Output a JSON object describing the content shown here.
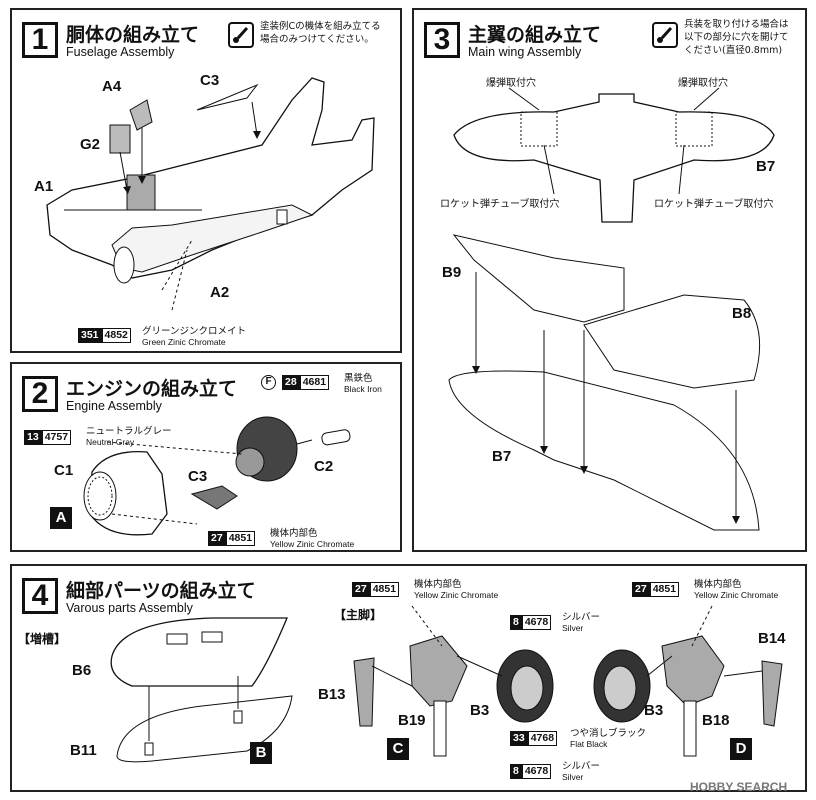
{
  "step1": {
    "num": "1",
    "title_jp": "胴体の組み立て",
    "title_en": "Fuselage Assembly",
    "note": [
      "塗装例Cの機体を組み立てる",
      "場合のみつけてください。"
    ],
    "parts": {
      "a4": "A4",
      "c3": "C3",
      "g2": "G2",
      "a1": "A1",
      "a2": "A2"
    },
    "paint": {
      "code1": "351",
      "code2": "4852",
      "name_jp": "グリーンジンクロメイト",
      "name_en": "Green Zinic Chromate"
    }
  },
  "step2": {
    "num": "2",
    "title_jp": "エンジンの組み立て",
    "title_en": "Engine Assembly",
    "mark": "F",
    "parts": {
      "c1": "C1",
      "c2": "C2",
      "c3": "C3",
      "box": "A"
    },
    "paint_black": {
      "code1": "28",
      "code2": "4681",
      "name_jp": "黒鉄色",
      "name_en": "Black Iron"
    },
    "paint_gray": {
      "code1": "13",
      "code2": "4757",
      "name_jp": "ニュートラルグレー",
      "name_en": "Neutral Gray"
    },
    "paint_yzc": {
      "code1": "27",
      "code2": "4851",
      "name_jp": "機体内部色",
      "name_en": "Yellow Zinic Chromate"
    }
  },
  "step3": {
    "num": "3",
    "title_jp": "主翼の組み立て",
    "title_en": "Main wing Assembly",
    "note": [
      "兵装を取り付ける場合は",
      "以下の部分に穴を開けて",
      "ください(直径0.8mm)"
    ],
    "bomb_hole_left": "爆弾取付穴",
    "bomb_hole_right": "爆弾取付穴",
    "rocket_left": "ロケット弾チューブ取付穴",
    "rocket_right": "ロケット弾チューブ取付穴",
    "parts": {
      "b7_top": "B7",
      "b9": "B9",
      "b8": "B8",
      "b7_bottom": "B7"
    }
  },
  "step4": {
    "num": "4",
    "title_jp": "細部パーツの組み立て",
    "title_en": "Varous parts Assembly",
    "tank_label": "【増槽】",
    "gear_label": "【主脚】",
    "parts": {
      "b6": "B6",
      "b11": "B11",
      "box_b": "B",
      "b13": "B13",
      "b19": "B19",
      "b3_left": "B3",
      "b3_right": "B3",
      "b18": "B18",
      "b14": "B14",
      "box_c": "C",
      "box_d": "D"
    },
    "paint_yzc_left": {
      "code1": "27",
      "code2": "4851",
      "name_jp": "機体内部色",
      "name_en": "Yellow Zinic Chromate"
    },
    "paint_yzc_right": {
      "code1": "27",
      "code2": "4851",
      "name_jp": "機体内部色",
      "name_en": "Yellow Zinic Chromate"
    },
    "paint_silver_top": {
      "code1": "8",
      "code2": "4678",
      "name_jp": "シルバー",
      "name_en": "Silver"
    },
    "paint_flat_black": {
      "code1": "33",
      "code2": "4768",
      "name_jp": "つや消しブラック",
      "name_en": "Flat Black"
    },
    "paint_silver_bottom": {
      "code1": "8",
      "code2": "4678",
      "name_jp": "シルバー",
      "name_en": "Silver"
    }
  },
  "watermark": "HOBBY SEARCH"
}
